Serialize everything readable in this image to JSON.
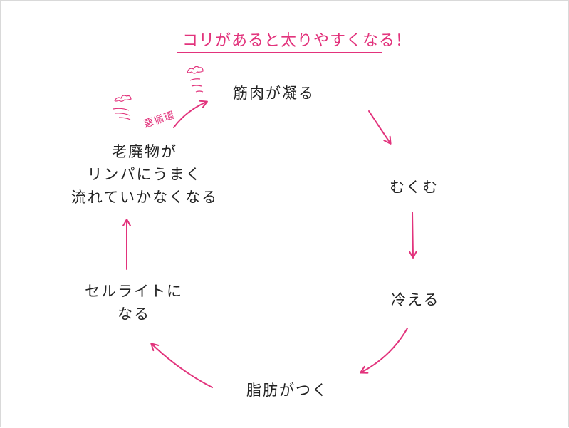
{
  "title": "コリがあると太りやすくなる！",
  "vicious_label": "悪循環",
  "nodes": {
    "muscle": "筋肉が凝る",
    "swell": "むくむ",
    "cold": "冷える",
    "fat": "脂肪がつく",
    "cellulite_line1": "セルライトに",
    "cellulite_line2": "なる",
    "waste_line1": "老廃物が",
    "waste_line2": "リンパにうまく",
    "waste_line3": "流れていかなくなる"
  },
  "colors": {
    "accent": "#e2337c",
    "text": "#222222"
  }
}
